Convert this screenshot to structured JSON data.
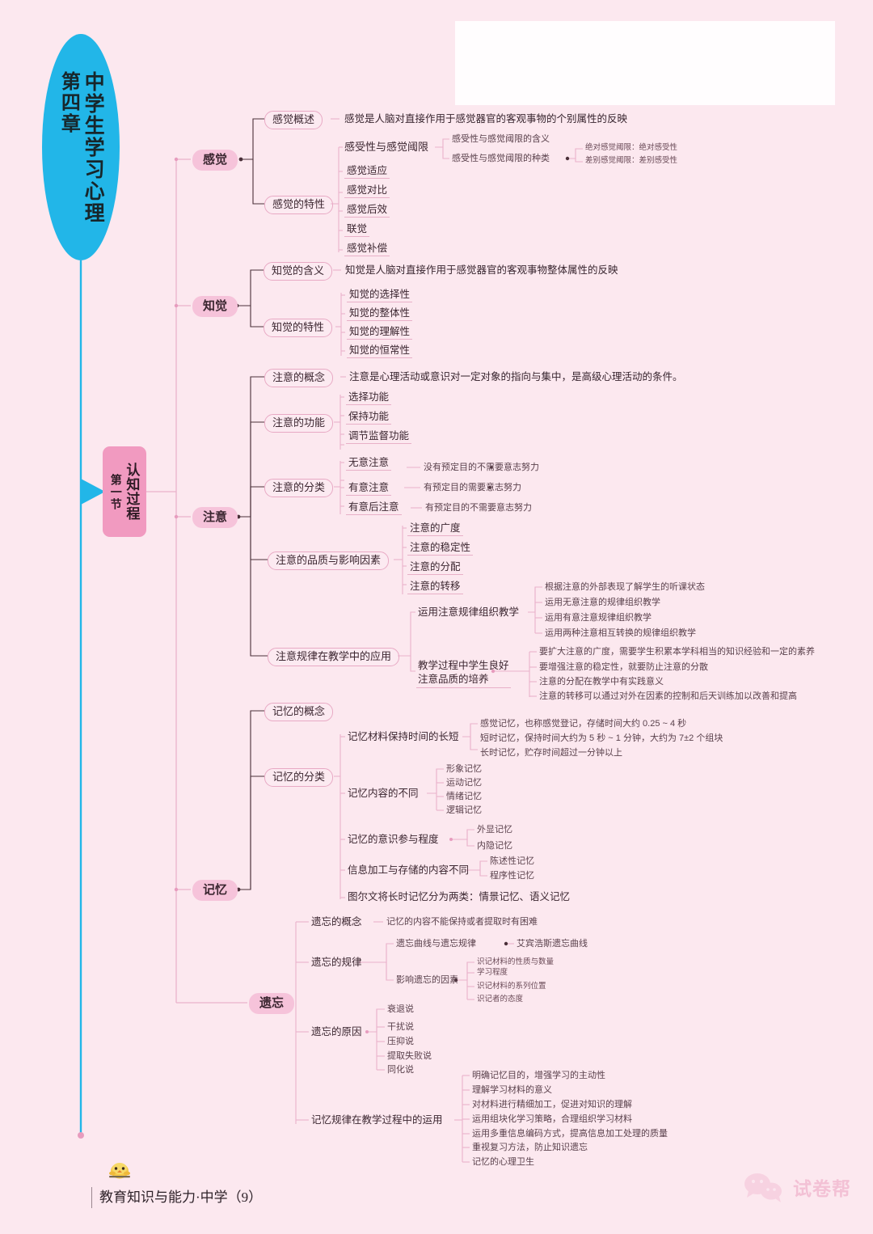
{
  "root": {
    "title_main": "中学生学习心理",
    "title_chapter": "第四章"
  },
  "section": {
    "label_main": "认知过程",
    "label_index": "第一节"
  },
  "branches": {
    "sensation": {
      "label": "感觉",
      "overview": {
        "label": "感觉概述",
        "desc": "感觉是人脑对直接作用于感觉器官的客观事物的个别属性的反映"
      },
      "characteristics": {
        "label": "感觉的特性",
        "threshold": {
          "label": "感受性与感觉阈限",
          "items": [
            "感受性与感觉阈限的含义",
            "感受性与感觉阈限的种类"
          ],
          "kinds": [
            "绝对感觉阈限：绝对感受性",
            "差别感觉阈限：差别感受性"
          ]
        },
        "items": [
          "感觉适应",
          "感觉对比",
          "感觉后效",
          "联觉",
          "感觉补偿"
        ]
      }
    },
    "perception": {
      "label": "知觉",
      "meaning": {
        "label": "知觉的含义",
        "desc": "知觉是人脑对直接作用于感觉器官的客观事物整体属性的反映"
      },
      "characteristics": {
        "label": "知觉的特性",
        "items": [
          "知觉的选择性",
          "知觉的整体性",
          "知觉的理解性",
          "知觉的恒常性"
        ]
      }
    },
    "attention": {
      "label": "注意",
      "concept": {
        "label": "注意的概念",
        "desc": "注意是心理活动或意识对一定对象的指向与集中，是高级心理活动的条件。"
      },
      "functions": {
        "label": "注意的功能",
        "items": [
          "选择功能",
          "保持功能",
          "调节监督功能"
        ]
      },
      "classification": {
        "label": "注意的分类",
        "items": [
          {
            "name": "无意注意",
            "desc": "没有预定目的不需要意志努力"
          },
          {
            "name": "有意注意",
            "desc": "有预定目的需要意志努力"
          },
          {
            "name": "有意后注意",
            "desc": "有预定目的不需要意志努力"
          }
        ]
      },
      "quality": {
        "label": "注意的品质与影响因素",
        "items": [
          "注意的广度",
          "注意的稳定性",
          "注意的分配",
          "注意的转移"
        ]
      },
      "application": {
        "label": "注意规律在教学中的应用",
        "organize": {
          "label": "运用注意规律组织教学",
          "items": [
            "根据注意的外部表现了解学生的听课状态",
            "运用无意注意的规律组织教学",
            "运用有意注意规律组织教学",
            "运用两种注意相互转换的规律组织教学"
          ]
        },
        "cultivate": {
          "label": "教学过程中学生良好\n注意品质的培养",
          "items": [
            "要扩大注意的广度，需要学生积累本学科相当的知识经验和一定的素养",
            "要增强注意的稳定性，就要防止注意的分散",
            "注意的分配在教学中有实践意义",
            "注意的转移可以通过对外在因素的控制和后天训练加以改善和提高"
          ]
        }
      }
    },
    "memory": {
      "label": "记忆",
      "concept": {
        "label": "记忆的概念"
      },
      "classification": {
        "label": "记忆的分类",
        "by_duration": {
          "label": "记忆材料保持时间的长短",
          "items": [
            "感觉记忆，也称感觉登记，存储时间大约 0.25 ~ 4 秒",
            "短时记忆，保持时间大约为 5 秒 ~ 1 分钟，大约为 7±2 个组块",
            "长时记忆，贮存时间超过一分钟以上"
          ]
        },
        "by_content": {
          "label": "记忆内容的不同",
          "items": [
            "形象记忆",
            "运动记忆",
            "情绪记忆",
            "逻辑记忆"
          ]
        },
        "by_consciousness": {
          "label": "记忆的意识参与程度",
          "items": [
            "外显记忆",
            "内隐记忆"
          ]
        },
        "by_processing": {
          "label": "信息加工与存储的内容不同",
          "items": [
            "陈述性记忆",
            "程序性记忆"
          ]
        },
        "tulving": "图尔文将长时记忆分为两类：情景记忆、语义记忆"
      }
    },
    "forgetting": {
      "label": "遗忘",
      "concept": {
        "label": "遗忘的概念",
        "desc": "记忆的内容不能保持或者提取时有困难"
      },
      "laws": {
        "label": "遗忘的规律",
        "curve": {
          "label": "遗忘曲线与遗忘规律",
          "desc": "艾宾浩斯遗忘曲线"
        },
        "factors": {
          "label": "影响遗忘的因素",
          "items": [
            "识记材料的性质与数量",
            "学习程度",
            "识记材料的系列位置",
            "识记者的态度"
          ]
        }
      },
      "causes": {
        "label": "遗忘的原因",
        "items": [
          "衰退说",
          "干扰说",
          "压抑说",
          "提取失败说",
          "同化说"
        ]
      },
      "application": {
        "label": "记忆规律在教学过程中的运用",
        "items": [
          "明确记忆目的，增强学习的主动性",
          "理解学习材料的意义",
          "对材料进行精细加工，促进对知识的理解",
          "运用组块化学习策略，合理组织学习材料",
          "运用多重信息编码方式，提高信息加工处理的质量",
          "重视复习方法，防止知识遗忘",
          "记忆的心理卫生"
        ]
      }
    }
  },
  "footer": {
    "text": "教育知识与能力·中学（9）"
  },
  "watermark": {
    "text": "试卷帮"
  },
  "colors": {
    "background": "#fce8ef",
    "root_fill": "#22b6e8",
    "section_fill": "#f19ac0",
    "pill_fill": "#f6c3da",
    "line": "#e8a9c4",
    "line_dark": "#3a2b33"
  }
}
